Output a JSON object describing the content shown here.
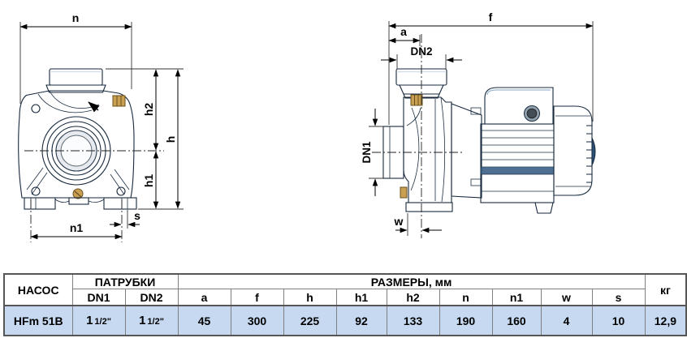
{
  "colors": {
    "pump_blue": "#4677ad",
    "pump_blue_dark": "#2d5580",
    "port_light_blue": "#a9bfd8",
    "brass": "#c99f52",
    "row_highlight": "#c6d9f1",
    "table_border": "#565656"
  },
  "drawing": {
    "front": {
      "n": "n",
      "h2": "h2",
      "h": "h",
      "h1": "h1",
      "s": "s",
      "n1": "n1"
    },
    "side": {
      "f": "f",
      "a": "a",
      "dn2": "DN2",
      "dn1": "DN1",
      "w": "w"
    }
  },
  "table": {
    "pump_header": "НАСОС",
    "ports_header": "ПАТРУБКИ",
    "dims_header": "РАЗМЕРЫ, мм",
    "weight_header": "кг",
    "sub_headers": [
      "DN1",
      "DN2",
      "a",
      "f",
      "h",
      "h1",
      "h2",
      "n",
      "n1",
      "w",
      "s"
    ],
    "row": {
      "pump": "HFm 51B",
      "dn1_int": "1",
      "dn1_frac": "1/2\"",
      "dn2_int": "1",
      "dn2_frac": "1/2\"",
      "dims": [
        "45",
        "300",
        "225",
        "92",
        "133",
        "190",
        "160",
        "4",
        "10"
      ],
      "weight": "12,9"
    }
  }
}
